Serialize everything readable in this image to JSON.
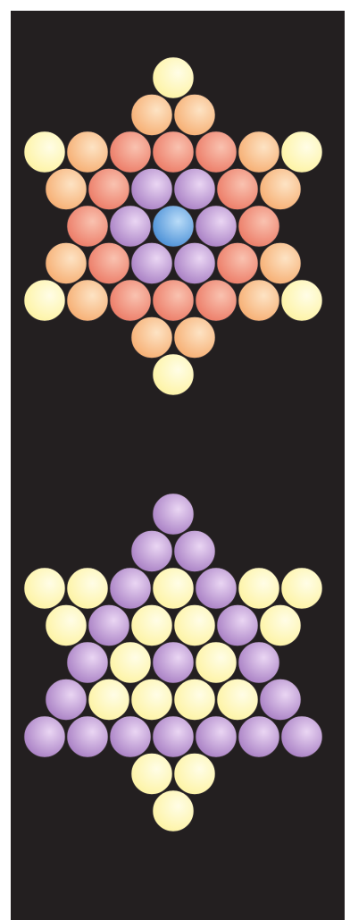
{
  "colors": {
    "background": "#231f20",
    "yellow": "#fdf3a3",
    "orange": "#f6ae72",
    "salmon": "#ec7b66",
    "purple": "#a87fc4",
    "blue": "#4a8fd6"
  },
  "patterns": [
    {
      "name": "colored-star",
      "rows": [
        [
          "yellow"
        ],
        [
          "orange",
          "orange"
        ],
        [
          "yellow",
          "orange",
          "salmon",
          "salmon",
          "salmon",
          "orange",
          "yellow"
        ],
        [
          "orange",
          "salmon",
          "purple",
          "purple",
          "salmon",
          "orange"
        ],
        [
          "salmon",
          "purple",
          "blue",
          "purple",
          "salmon"
        ],
        [
          "orange",
          "salmon",
          "purple",
          "purple",
          "salmon",
          "orange"
        ],
        [
          "yellow",
          "orange",
          "salmon",
          "salmon",
          "salmon",
          "orange",
          "yellow"
        ],
        [
          "orange",
          "orange"
        ],
        [
          "yellow"
        ]
      ]
    },
    {
      "name": "two-tone-star",
      "rows": [
        [
          "purple"
        ],
        [
          "purple",
          "purple"
        ],
        [
          "yellow",
          "yellow",
          "purple",
          "yellow",
          "purple",
          "yellow",
          "yellow"
        ],
        [
          "yellow",
          "purple",
          "yellow",
          "yellow",
          "purple",
          "yellow"
        ],
        [
          "purple",
          "yellow",
          "purple",
          "yellow",
          "purple"
        ],
        [
          "purple",
          "yellow",
          "yellow",
          "yellow",
          "yellow",
          "purple"
        ],
        [
          "purple",
          "purple",
          "purple",
          "purple",
          "purple",
          "purple",
          "purple"
        ],
        [
          "yellow",
          "yellow"
        ],
        [
          "yellow"
        ]
      ]
    }
  ]
}
